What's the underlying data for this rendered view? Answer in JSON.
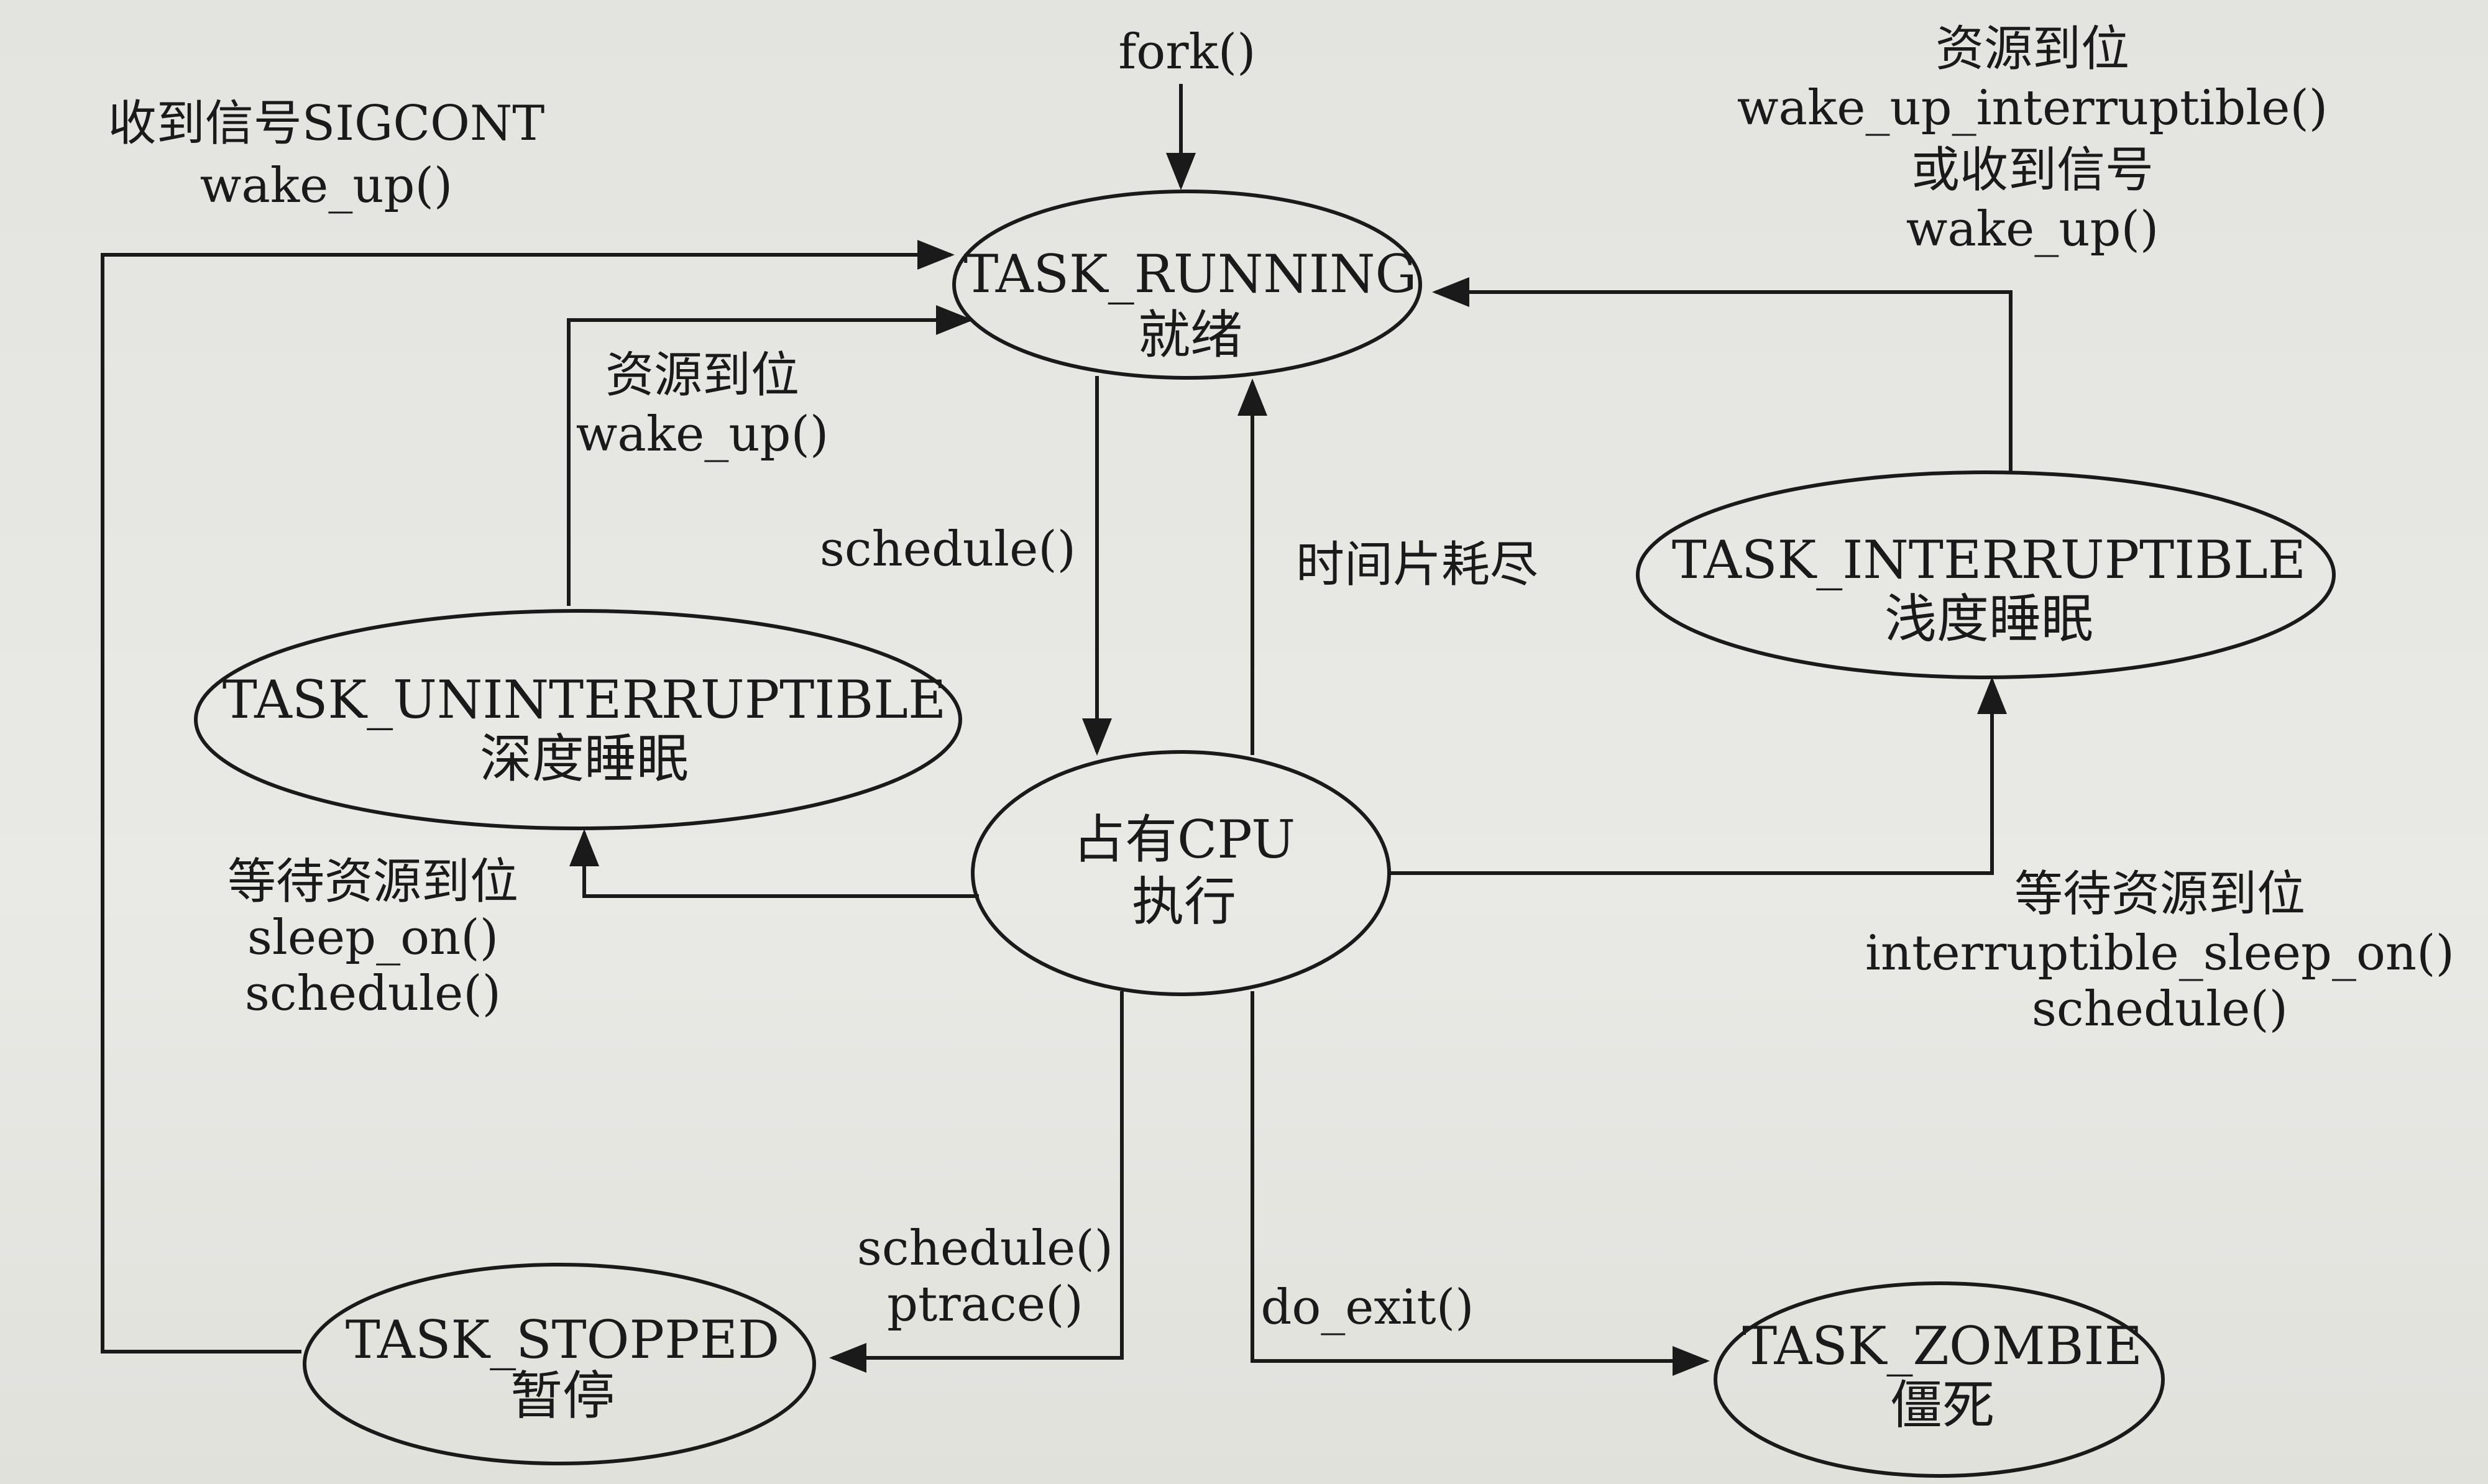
{
  "states": {
    "running": {
      "name": "TASK_RUNNING",
      "desc": "就绪"
    },
    "cpu": {
      "name": "占有CPU",
      "desc": "执行"
    },
    "uninterruptible": {
      "name": "TASK_UNINTERRUPTIBLE",
      "desc": "深度睡眠"
    },
    "interruptible": {
      "name": "TASK_INTERRUPTIBLE",
      "desc": "浅度睡眠"
    },
    "stopped": {
      "name": "TASK_STOPPED",
      "desc": "暂停"
    },
    "zombie": {
      "name": "TASK_ZOMBIE",
      "desc": "僵死"
    }
  },
  "labels": {
    "fork": "fork()",
    "sigcont": [
      "收到信号SIGCONT",
      "wake_up()"
    ],
    "interruptible_wakeup": [
      "资源到位",
      "wake_up_interruptible()",
      "或收到信号",
      "wake_up()"
    ],
    "uninterruptible_wakeup": [
      "资源到位",
      "wake_up()"
    ],
    "schedule": "schedule()",
    "timeslice": "时间片耗尽",
    "wait_uninterruptible": [
      "等待资源到位",
      "sleep_on()",
      "schedule()"
    ],
    "wait_interruptible": [
      "等待资源到位",
      "interruptible_sleep_on()",
      "schedule()"
    ],
    "to_stopped": [
      "schedule()",
      "ptrace()"
    ],
    "do_exit": "do_exit()"
  }
}
